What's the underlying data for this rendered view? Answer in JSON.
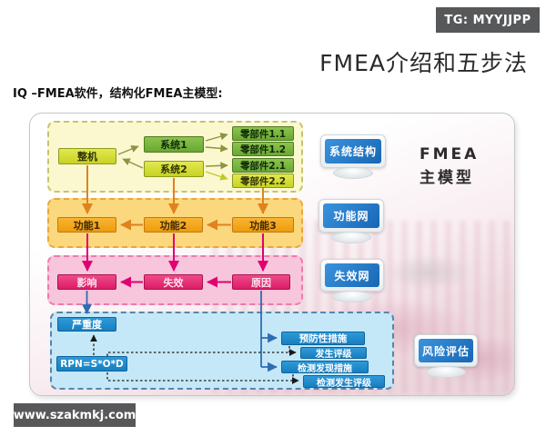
{
  "header": {
    "badge": "TG: MYYJJPP",
    "title": "FMEA介绍和五步法",
    "subtitle": "IQ –FMEA软件，结构化FMEA主模型:"
  },
  "footer": {
    "site": "www.szakmkj.com"
  },
  "diagram": {
    "structure": {
      "machine": "整机",
      "system1": "系统1",
      "system2": "系统2",
      "part11": "零部件1.1",
      "part12": "零部件1.2",
      "part21": "零部件2.1",
      "part22": "零部件2.2"
    },
    "function": {
      "f1": "功能1",
      "f2": "功能2",
      "f3": "功能3"
    },
    "failure": {
      "effect": "影响",
      "mode": "失效",
      "cause": "原因"
    },
    "risk": {
      "severity": "严重度",
      "rpn": "RPN=S*O*D",
      "preventive": "预防性措施",
      "occurrence": "发生评级",
      "detection": "检测发现措施",
      "detection_rating": "检测发生评级"
    },
    "monitors": {
      "structure": "系统结构",
      "function_net": "功能网",
      "failure_net": "失效网",
      "risk": "风险评估"
    },
    "model_label": {
      "line1": "FMEA",
      "line2": "主模型"
    }
  },
  "colors": {
    "structure_section": "#fbf8d0",
    "function_section": "#fbd87d",
    "failure_section": "#f7c5dc",
    "risk_section": "#c4e8f8",
    "green_node": "#7cb83e",
    "yellow_node": "#d3dc30",
    "orange_node": "#f2a313",
    "pink_node": "#e8327a",
    "blue_node": "#1f8ccb",
    "badge_bg": "#57585a"
  }
}
